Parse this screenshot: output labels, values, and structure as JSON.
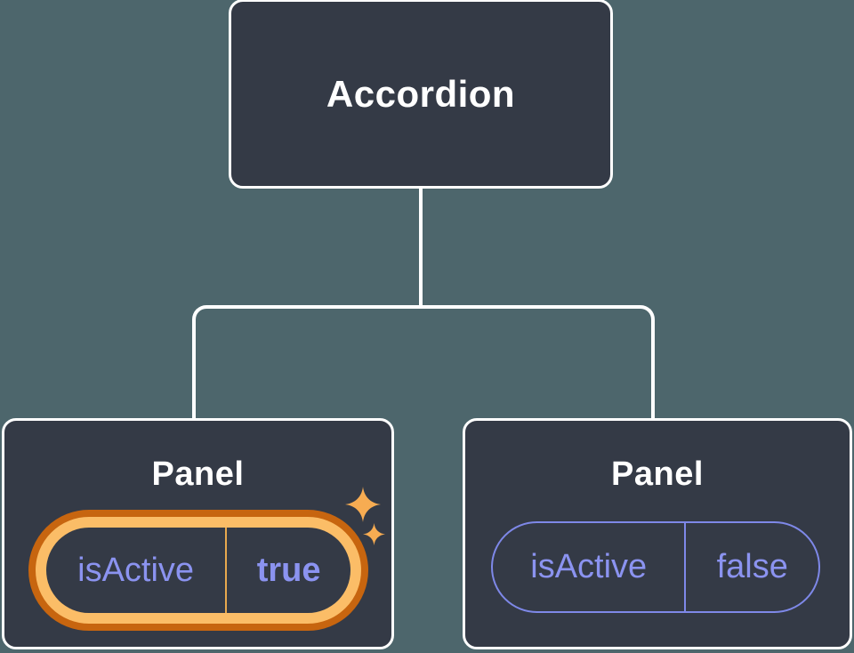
{
  "colors": {
    "background": "#4D666C",
    "node_fill": "#343A46",
    "node_border": "#FFFFFF",
    "connector": "#FFFFFF",
    "label_white": "#FFFFFF",
    "prop_purple": "#8B93F0",
    "pill_stroke_purple": "#7E88E8",
    "highlight_dark_orange": "#C7650F",
    "highlight_gold": "#FBBD67",
    "divider_gold": "#E8A94E",
    "sparkle_gold": "#F7AC52"
  },
  "diagram": {
    "root": {
      "label": "Accordion"
    },
    "panels": [
      {
        "label": "Panel",
        "prop_name": "isActive",
        "prop_value": "true",
        "state": "active"
      },
      {
        "label": "Panel",
        "prop_name": "isActive",
        "prop_value": "false",
        "state": "inactive"
      }
    ]
  }
}
